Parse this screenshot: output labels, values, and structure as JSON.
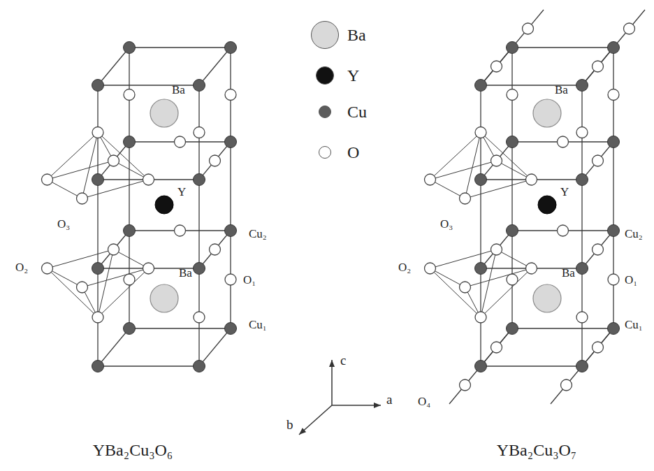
{
  "diagram": {
    "labels": [
      "Ba",
      "Y",
      "O₃",
      "Cu₂",
      "O₂",
      "Ba",
      "O₁",
      "Cu₁",
      "c",
      "a",
      "b",
      "YBa₂Cu₃O₆",
      "Ba",
      "Y",
      "O₃",
      "Cu₂",
      "O₂",
      "Ba",
      "O₁",
      "Cu₁",
      "O₄",
      "YBa₂Cu₃O₇"
    ],
    "legend": [
      {
        "text": "Ba",
        "color": "#d9d9d9"
      },
      {
        "text": "Y",
        "color": "#111111"
      },
      {
        "text": "Cu",
        "color": "#5c5c5c"
      },
      {
        "text": "O",
        "color": "#ffffff"
      }
    ]
  }
}
